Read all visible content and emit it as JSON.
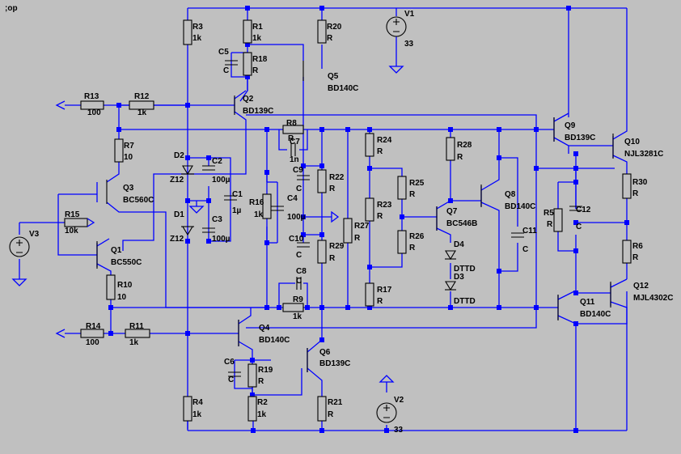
{
  "netlabel": ";op",
  "components": [
    {
      "id": "R3",
      "value": "1k"
    },
    {
      "id": "R1",
      "value": "1k"
    },
    {
      "id": "R18",
      "value": "R"
    },
    {
      "id": "C5",
      "value": "C"
    },
    {
      "id": "R20",
      "value": "R"
    },
    {
      "id": "V1",
      "value": "33"
    },
    {
      "id": "Q5",
      "model": "BD140C"
    },
    {
      "id": "R13",
      "value": "100"
    },
    {
      "id": "R12",
      "value": "1k"
    },
    {
      "id": "Q2",
      "model": "BD139C"
    },
    {
      "id": "R8",
      "value": "R"
    },
    {
      "id": "C7",
      "value": "1n"
    },
    {
      "id": "Q9",
      "model": "BD139C"
    },
    {
      "id": "Q10",
      "model": "NJL3281C"
    },
    {
      "id": "R7",
      "value": "10"
    },
    {
      "id": "D2",
      "value": "Z12"
    },
    {
      "id": "C2",
      "value": "100µ"
    },
    {
      "id": "C1",
      "value": "1µ"
    },
    {
      "id": "D1",
      "value": "Z12"
    },
    {
      "id": "C3",
      "value": "100µ"
    },
    {
      "id": "Q3",
      "model": "BC560C"
    },
    {
      "id": "R15",
      "value": "10k"
    },
    {
      "id": "V3",
      "value": ""
    },
    {
      "id": "Q1",
      "model": "BC550C"
    },
    {
      "id": "R10",
      "value": "10"
    },
    {
      "id": "R14",
      "value": "100"
    },
    {
      "id": "R11",
      "value": "1k"
    },
    {
      "id": "Q4",
      "model": "BD140C"
    },
    {
      "id": "C6",
      "value": "C"
    },
    {
      "id": "R19",
      "value": "R"
    },
    {
      "id": "R2",
      "value": "1k"
    },
    {
      "id": "R4",
      "value": "1k"
    },
    {
      "id": "Q6",
      "model": "BD139C"
    },
    {
      "id": "R21",
      "value": "R"
    },
    {
      "id": "V2",
      "value": "33"
    },
    {
      "id": "C9",
      "value": "C"
    },
    {
      "id": "R22",
      "value": "R"
    },
    {
      "id": "R16",
      "value": "1k"
    },
    {
      "id": "C4",
      "value": "100µ"
    },
    {
      "id": "C10",
      "value": "C"
    },
    {
      "id": "R29",
      "value": "R"
    },
    {
      "id": "C8",
      "value": "C"
    },
    {
      "id": "R9",
      "value": "1k"
    },
    {
      "id": "R27",
      "value": "R"
    },
    {
      "id": "R24",
      "value": "R"
    },
    {
      "id": "R23",
      "value": "R"
    },
    {
      "id": "R25",
      "value": "R"
    },
    {
      "id": "R26",
      "value": "R"
    },
    {
      "id": "R17",
      "value": "R"
    },
    {
      "id": "R28",
      "value": "R"
    },
    {
      "id": "Q7",
      "model": "BC546B"
    },
    {
      "id": "D4",
      "value": "DTTD"
    },
    {
      "id": "D3",
      "value": "DTTD"
    },
    {
      "id": "Q8",
      "model": "BD140C"
    },
    {
      "id": "C11",
      "value": "C"
    },
    {
      "id": "R5",
      "value": "R"
    },
    {
      "id": "C12",
      "value": "C"
    },
    {
      "id": "R30",
      "value": "R"
    },
    {
      "id": "R6",
      "value": "R"
    },
    {
      "id": "Q11",
      "model": "BD140C"
    },
    {
      "id": "Q12",
      "model": "MJL4302C"
    }
  ]
}
